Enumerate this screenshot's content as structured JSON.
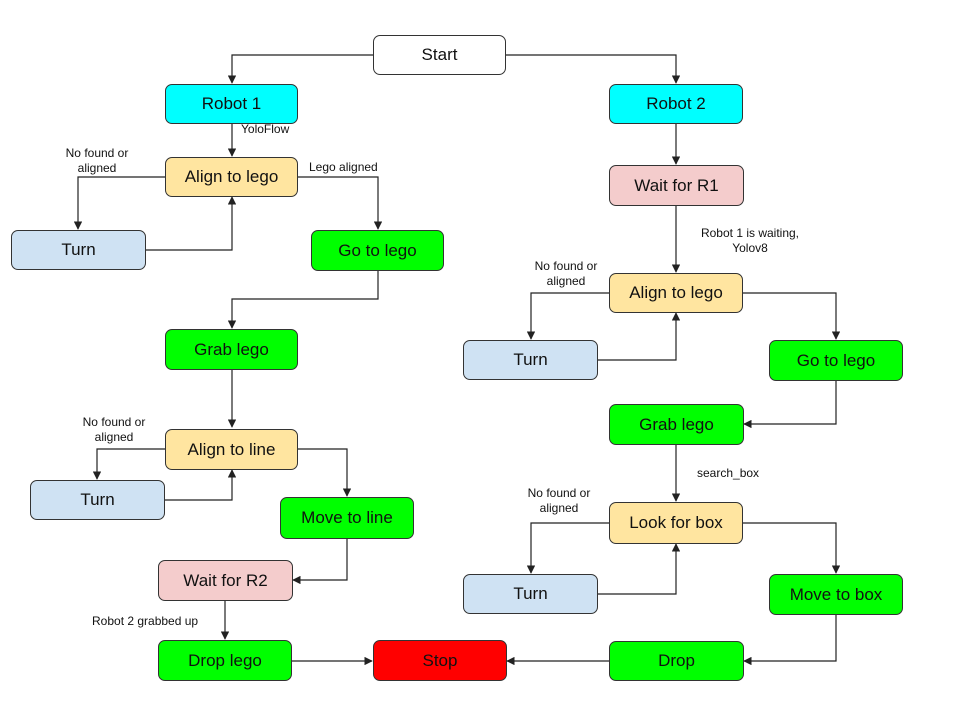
{
  "colors": {
    "robot": "#00ffff",
    "align": "#ffe5a0",
    "turn": "#cfe2f3",
    "action": "#00ff00",
    "wait": "#f4cccc",
    "stop": "#ff0000",
    "start": "#ffffff",
    "line": "#222222"
  },
  "nodes": {
    "start": "Start",
    "robot1": "Robot 1",
    "robot2": "Robot 2",
    "r1_align_lego": "Align to lego",
    "r1_turn_1": "Turn",
    "r1_go_lego": "Go to lego",
    "r1_grab_lego": "Grab lego",
    "r1_align_line": "Align to line",
    "r1_turn_2": "Turn",
    "r1_move_line": "Move to line",
    "r1_wait_r2": "Wait for R2",
    "r1_drop_lego": "Drop lego",
    "stop": "Stop",
    "r2_wait_r1": "Wait for R1",
    "r2_align_lego": "Align to lego",
    "r2_turn_1": "Turn",
    "r2_go_lego": "Go to lego",
    "r2_grab_lego": "Grab lego",
    "r2_look_box": "Look for box",
    "r2_turn_2": "Turn",
    "r2_move_box": "Move to box",
    "r2_drop": "Drop"
  },
  "labels": {
    "yoloflow": "YoloFlow",
    "r1_not_found_1_a": "No found or",
    "r1_not_found_1_b": "aligned",
    "lego_aligned": "Lego aligned",
    "r1_not_found_2_a": "No found or",
    "r1_not_found_2_b": "aligned",
    "robot2_grabbed": "Robot 2 grabbed up",
    "r1_waiting_a": "Robot 1 is waiting,",
    "r1_waiting_b": "Yolov8",
    "r2_not_found_1_a": "No found or",
    "r2_not_found_1_b": "aligned",
    "search_box": "search_box",
    "r2_not_found_2_a": "No found or",
    "r2_not_found_2_b": "aligned"
  }
}
